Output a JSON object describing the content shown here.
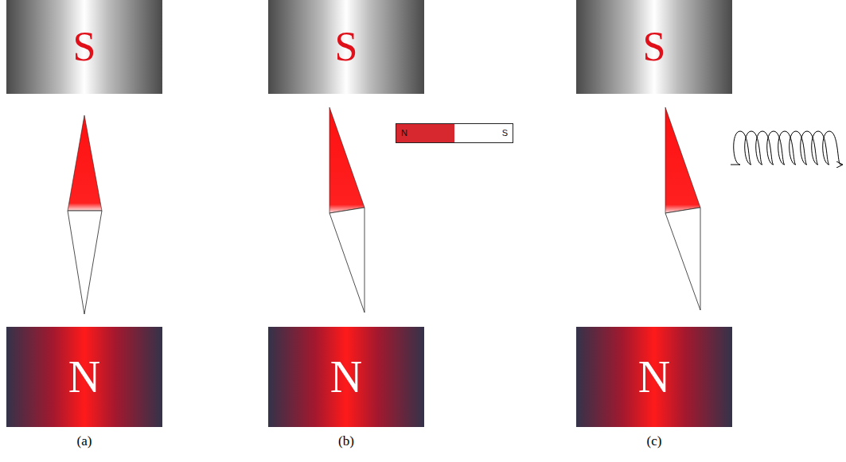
{
  "diagram": {
    "nodes": [
      {
        "text": [
          "S"
        ]
      },
      {
        "text": [
          "S"
        ]
      },
      {
        "text": [
          "N",
          "S"
        ]
      },
      {
        "text": [
          "S"
        ]
      },
      {
        "text": [
          "N"
        ]
      },
      {
        "text": [
          "N"
        ]
      },
      {
        "text": [
          "N"
        ]
      }
    ],
    "labels": [
      "(a)",
      "(b)",
      "(c)"
    ]
  }
}
